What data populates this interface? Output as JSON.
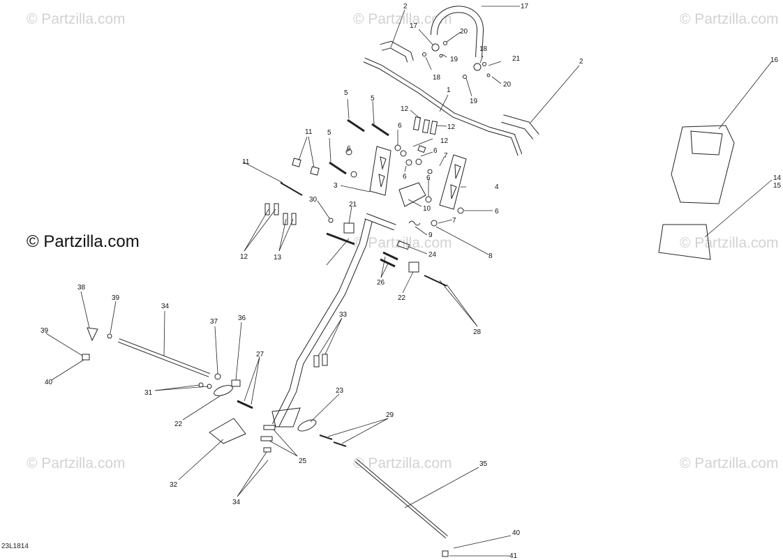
{
  "watermark_text": "© Partzilla.com",
  "watermark_main": "© Partzilla.com",
  "diagram_code": "23L1814",
  "callouts": [
    "1",
    "2",
    "2",
    "3",
    "4",
    "5",
    "5",
    "5",
    "6",
    "6",
    "6",
    "6",
    "6",
    "6",
    "7",
    "7",
    "8",
    "9",
    "10",
    "11",
    "11",
    "12",
    "12",
    "12",
    "12",
    "13",
    "14",
    "15",
    "16",
    "17",
    "17",
    "18",
    "18",
    "19",
    "19",
    "20",
    "20",
    "21",
    "21",
    "22",
    "22",
    "23",
    "24",
    "25",
    "26",
    "27",
    "28",
    "29",
    "30",
    "31",
    "32",
    "33",
    "34",
    "34",
    "35",
    "36",
    "37",
    "38",
    "39",
    "39",
    "40",
    "40",
    "41"
  ]
}
